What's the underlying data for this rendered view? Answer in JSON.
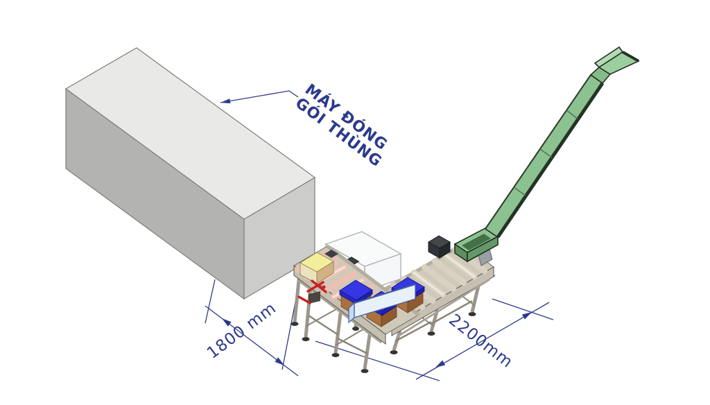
{
  "annotations": {
    "color": "#2c3a8c",
    "machine_label": {
      "line1": "MÁY ĐÓNG",
      "line2": "GÓI THÙNG"
    },
    "dimensions": {
      "left": "1800 mm",
      "right": "2200mm"
    }
  },
  "palette": {
    "background": "#ffffff",
    "machine_top": "#e9e9e7",
    "machine_left": "#b3b3b1",
    "machine_right": "#cccccb",
    "belt_green": "#8cc290",
    "belt_green_light": "#9ccf9f",
    "belt_green_dark": "#436f49",
    "roller_pink": "#ecc0b2",
    "roller_beige": "#d9d2c2",
    "lid_blue": "#3636e2",
    "box_brown": "#ab713f",
    "box_yellow": "#f2ee9c",
    "frame_tan": "#c6c0b2",
    "guard_rail_blue": "#3e62a8",
    "handle_red": "#c92121"
  },
  "components": [
    {
      "name": "packing-machine-block"
    },
    {
      "name": "infeed-roller-conveyor"
    },
    {
      "name": "corner-roller-conveyor"
    },
    {
      "name": "incline-belt-conveyor"
    },
    {
      "name": "safety-guard-enclosure"
    },
    {
      "name": "carton-boxes"
    }
  ]
}
